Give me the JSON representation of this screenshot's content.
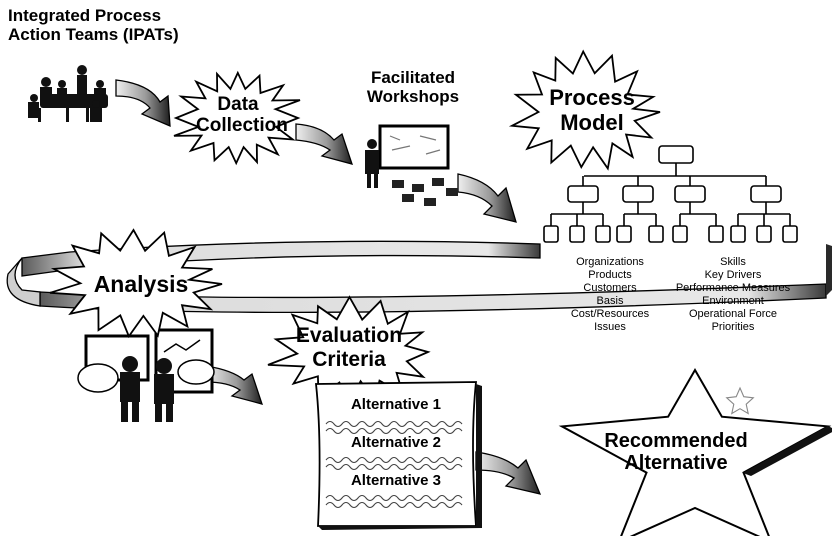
{
  "title": {
    "line1": "Integrated Process",
    "line2": "Action Teams (IPATs)"
  },
  "steps": {
    "data_collection": {
      "line1": "Data",
      "line2": "Collection"
    },
    "facilitated_workshops": {
      "line1": "Facilitated",
      "line2": "Workshops"
    },
    "process_model": {
      "line1": "Process",
      "line2": "Model"
    },
    "analysis": "Analysis",
    "evaluation_criteria": {
      "line1": "Evaluation",
      "line2": "Criteria"
    },
    "recommended_alternative": {
      "line1": "Recommended",
      "line2": "Alternative"
    }
  },
  "model_attributes": {
    "left": [
      "Organizations",
      "Products",
      "Customers",
      "Basis",
      "Cost/Resources",
      "Issues"
    ],
    "right": [
      "Skills",
      "Key Drivers",
      "Performance Measures",
      "Environment",
      "Operational Force",
      "Priorities"
    ]
  },
  "alternatives": [
    "Alternative 1",
    "Alternative 2",
    "Alternative 3"
  ],
  "colors": {
    "ink": "#000000",
    "arrow_light": "#e6e6e6",
    "arrow_dark": "#2a2a2a",
    "paper": "#ffffff"
  }
}
